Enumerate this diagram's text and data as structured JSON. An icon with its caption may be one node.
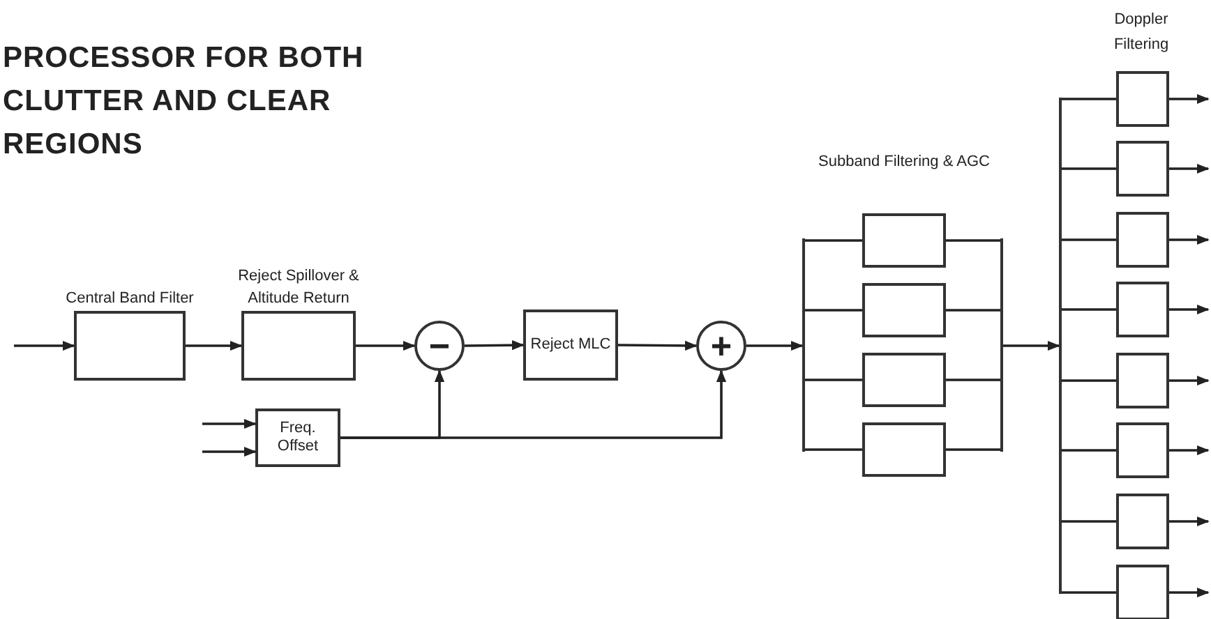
{
  "diagram": {
    "title": "PROCESSOR FOR BOTH CLUTTER AND CLEAR REGIONS",
    "nodes": [
      {
        "text": [
          "Central Band Filter"
        ]
      },
      {
        "text": [
          "Reject Spillover & Altitude Return"
        ]
      },
      {
        "text": [
          "−"
        ]
      },
      {
        "text": [
          "Reject MLC"
        ]
      },
      {
        "text": [
          "+"
        ]
      },
      {
        "text": [
          "Freq. Offset"
        ]
      },
      {
        "text": [],
        "shape": "bar"
      },
      {
        "text": [],
        "shape": "box"
      },
      {
        "text": [],
        "shape": "box"
      },
      {
        "text": [],
        "shape": "box"
      },
      {
        "text": [],
        "shape": "box"
      },
      {
        "text": [],
        "shape": "bar"
      },
      {
        "text": [],
        "shape": "bar"
      },
      {
        "text": [],
        "shape": "box"
      },
      {
        "text": [],
        "shape": "box"
      },
      {
        "text": [],
        "shape": "box"
      },
      {
        "text": [],
        "shape": "box"
      },
      {
        "text": [],
        "shape": "box"
      },
      {
        "text": [],
        "shape": "box"
      },
      {
        "text": [],
        "shape": "box"
      },
      {
        "text": [],
        "shape": "box"
      }
    ],
    "edges": [
      {
        "from": null,
        "to": 0,
        "arrow": "to"
      },
      {
        "from": 0,
        "to": 1,
        "arrow": "to"
      },
      {
        "from": 1,
        "to": 2,
        "arrow": "to"
      },
      {
        "from": 2,
        "to": 3,
        "arrow": "to"
      },
      {
        "from": 3,
        "to": 4,
        "arrow": "to"
      },
      {
        "from": null,
        "to": 5,
        "arrow": "to"
      },
      {
        "from": null,
        "to": 5,
        "arrow": "to"
      },
      {
        "from": 5,
        "to": 2,
        "arrow": "to"
      },
      {
        "from": 5,
        "to": 4,
        "arrow": "to"
      },
      {
        "from": 4,
        "to": 6,
        "arrow": "to"
      },
      {
        "from": 6,
        "to": 7,
        "arrow": "none"
      },
      {
        "from": 6,
        "to": 8,
        "arrow": "none"
      },
      {
        "from": 6,
        "to": 9,
        "arrow": "none"
      },
      {
        "from": 6,
        "to": 10,
        "arrow": "none"
      },
      {
        "from": 7,
        "to": 11,
        "arrow": "none"
      },
      {
        "from": 8,
        "to": 11,
        "arrow": "none"
      },
      {
        "from": 9,
        "to": 11,
        "arrow": "none"
      },
      {
        "from": 10,
        "to": 11,
        "arrow": "none"
      },
      {
        "from": 11,
        "to": 12,
        "arrow": "to"
      },
      {
        "from": 12,
        "to": 13,
        "arrow": "none"
      },
      {
        "from": 12,
        "to": 14,
        "arrow": "none"
      },
      {
        "from": 12,
        "to": 15,
        "arrow": "none"
      },
      {
        "from": 12,
        "to": 16,
        "arrow": "none"
      },
      {
        "from": 12,
        "to": 17,
        "arrow": "none"
      },
      {
        "from": 12,
        "to": 18,
        "arrow": "none"
      },
      {
        "from": 12,
        "to": 19,
        "arrow": "none"
      },
      {
        "from": 12,
        "to": 20,
        "arrow": "none"
      },
      {
        "from": 13,
        "to": null,
        "arrow": "to"
      },
      {
        "from": 14,
        "to": null,
        "arrow": "to"
      },
      {
        "from": 15,
        "to": null,
        "arrow": "to"
      },
      {
        "from": 16,
        "to": null,
        "arrow": "to"
      },
      {
        "from": 17,
        "to": null,
        "arrow": "to"
      },
      {
        "from": 18,
        "to": null,
        "arrow": "to"
      },
      {
        "from": 19,
        "to": null,
        "arrow": "to"
      },
      {
        "from": 20,
        "to": null,
        "arrow": "to"
      }
    ],
    "labels": [
      "Subband Filtering & AGC",
      "Doppler Filtering"
    ]
  }
}
